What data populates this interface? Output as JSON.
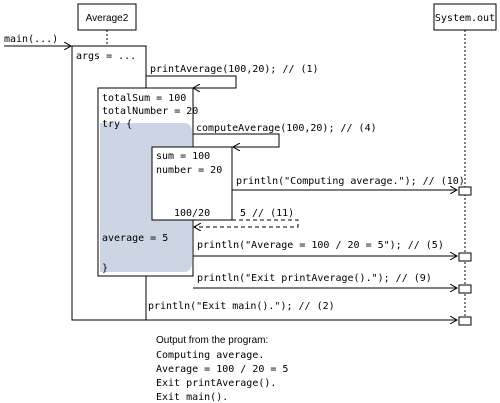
{
  "lifelines": {
    "average2": "Average2",
    "system_out": "System.out"
  },
  "messages": {
    "main_call": "main(...)",
    "print_average_call": "printAverage(100,20); // (1)",
    "compute_average_call": "computeAverage(100,20); // (4)",
    "println_computing": "println(\"Computing average.\"); // (10)",
    "return_value": "5 // (11)",
    "println_average": "println(\"Average = 100 / 20 = 5\"); // (5)",
    "println_exit_print": "println(\"Exit printAverage().\"); // (9)",
    "println_exit_main": "println(\"Exit main().\"); // (2)"
  },
  "frames": {
    "main_args": "args = ...",
    "total_sum": "totalSum = 100",
    "total_number": "totalNumber = 20",
    "try_open": "try {",
    "average": "average = 5",
    "try_close": "}",
    "sum": "sum = 100",
    "number": "number = 20",
    "division": "100/20"
  },
  "output": {
    "heading": "Output from the program:",
    "lines": [
      "Computing average.",
      "Average = 100 / 20 = 5",
      "Exit printAverage().",
      "Exit main()."
    ]
  }
}
